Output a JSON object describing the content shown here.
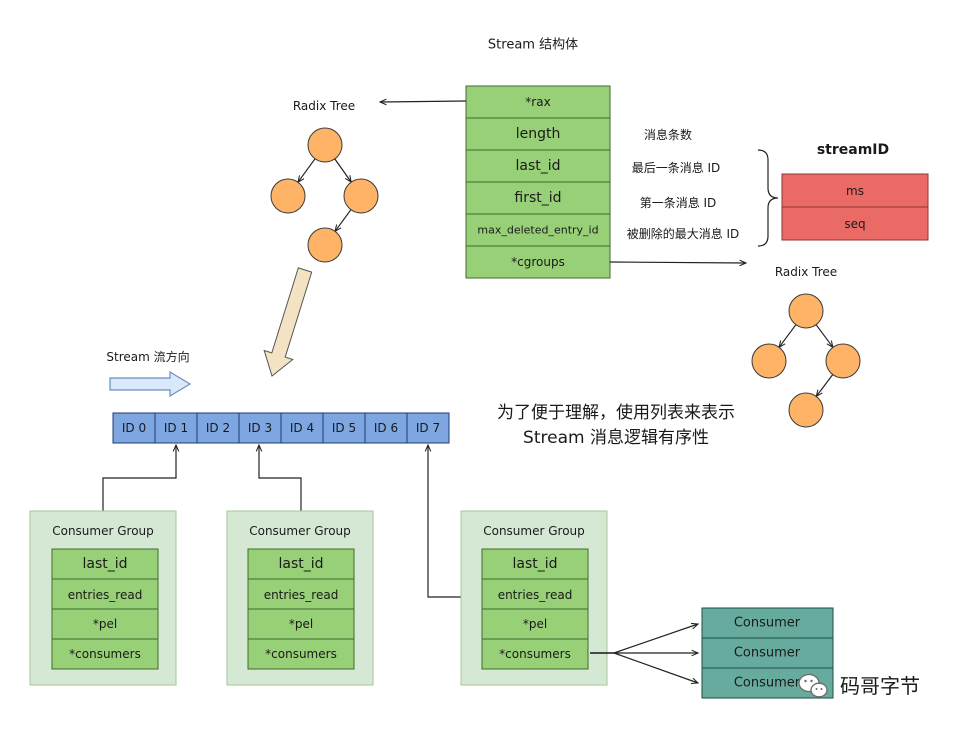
{
  "stream_struct": {
    "title": "Stream 结构体",
    "fields": [
      "*rax",
      "length",
      "last_id",
      "first_id",
      "max_deleted_entry_id",
      "*cgroups"
    ],
    "notes": [
      "消息条数",
      "最后一条消息 ID",
      "第一条消息 ID",
      "被删除的最大消息 ID"
    ]
  },
  "stream_id": {
    "title": "streamID",
    "fields": [
      "ms",
      "seq"
    ]
  },
  "rax_tree": {
    "label": "Radix Tree"
  },
  "cgroups_tree": {
    "label": "Radix Tree"
  },
  "flow": {
    "label": "Stream 流方向"
  },
  "entries": [
    "ID 0",
    "ID 1",
    "ID 2",
    "ID 3",
    "ID 4",
    "ID 5",
    "ID 6",
    "ID 7"
  ],
  "caption": {
    "line1": "为了便于理解，使用列表来表示",
    "line2": "Stream 消息逻辑有序性"
  },
  "consumer_groups": [
    {
      "title": "Consumer Group",
      "fields": [
        "last_id",
        "entries_read",
        "*pel",
        "*consumers"
      ]
    },
    {
      "title": "Consumer Group",
      "fields": [
        "last_id",
        "entries_read",
        "*pel",
        "*consumers"
      ]
    },
    {
      "title": "Consumer Group",
      "fields": [
        "last_id",
        "entries_read",
        "*pel",
        "*consumers"
      ]
    }
  ],
  "consumers": [
    "Consumer",
    "Consumer",
    "Consumer"
  ],
  "watermark": {
    "text": "码哥字节",
    "icon": "wechat-icon"
  },
  "colors": {
    "struct_fill": "#97d077",
    "stream_id_fill": "#ea6b66",
    "entry_fill": "#7ea6e0",
    "group_fill": "#d5e8d4",
    "consumer_fill": "#67ab9f",
    "tree_node_fill": "#ffb366",
    "flow_arrow_fill": "#dae8fc",
    "pointer_arrow_fill": "#f3e3c3"
  }
}
